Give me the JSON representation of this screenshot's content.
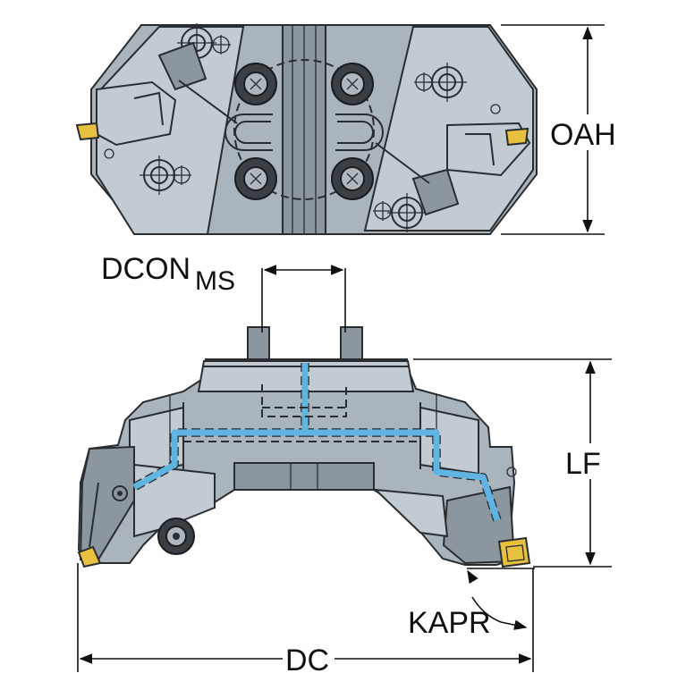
{
  "diagram": {
    "labels": {
      "oah": "OAH",
      "dcon": "DCON",
      "dcon_sub": "MS",
      "lf": "LF",
      "kapr": "KAPR",
      "dc": "DC"
    },
    "colors": {
      "body": "#aab4bd",
      "body_dark": "#8c969f",
      "coolant": "#5fb4e2",
      "insert": "#e8c040",
      "outline": "#2a2d30"
    }
  }
}
